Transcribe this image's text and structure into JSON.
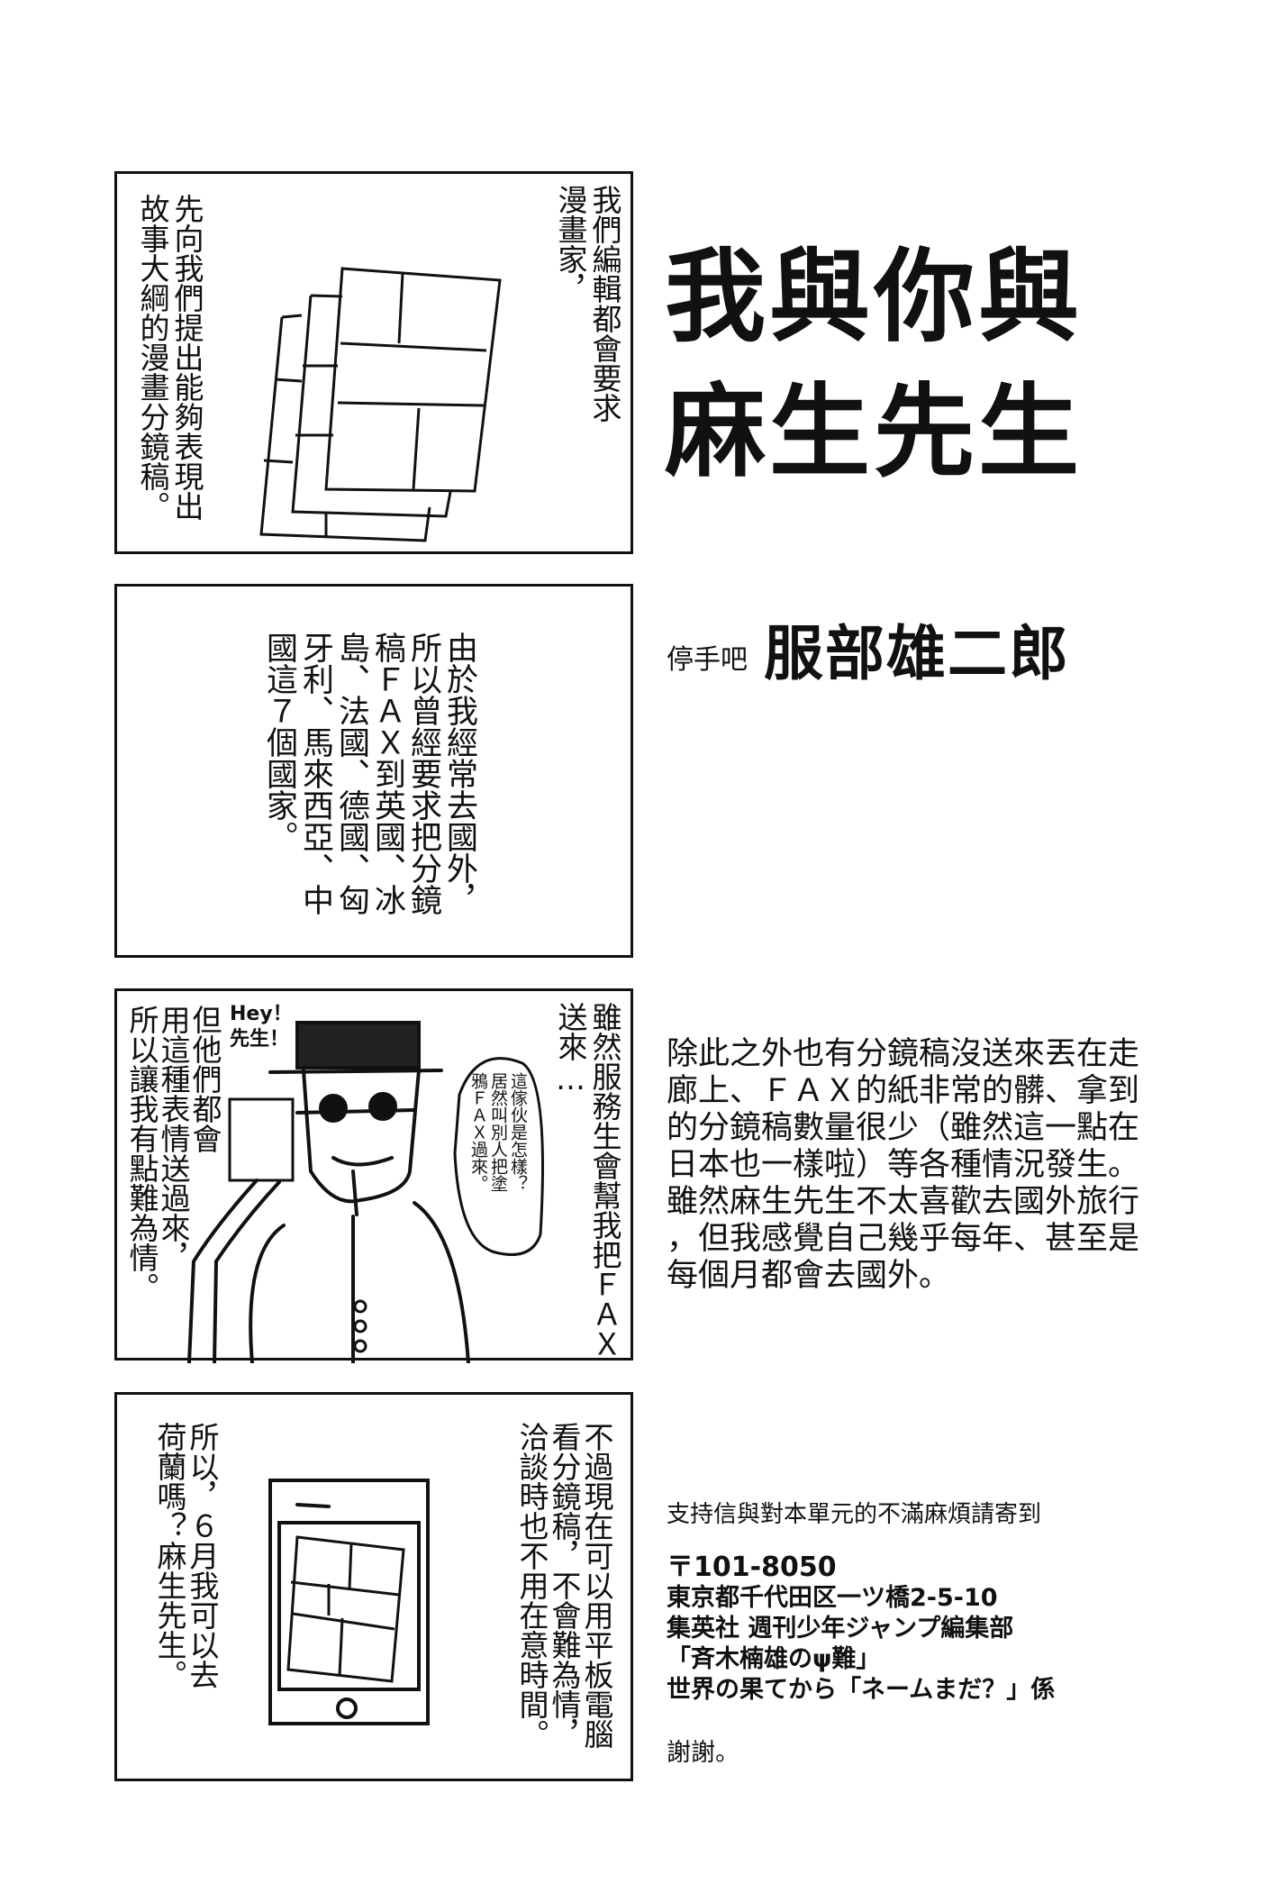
{
  "title": {
    "line1": "我與你與",
    "line2": "麻生先生"
  },
  "byline": {
    "prefix": "停手吧",
    "author": "服部雄二郎"
  },
  "panels": [
    {
      "right_text": "我們編輯都會要求\n漫畫家，",
      "left_text": "先向我們提出能夠表現出\n故事大綱的漫畫分鏡稿。"
    },
    {
      "text": "由於我經常去國外，\n所以曾經要求把分鏡\n稿ＦＡＸ到英國、冰\n島、法國、德國、匈\n牙利、馬來西亞、中\n國這７個國家。"
    },
    {
      "right_text": "雖然服務生會幫我把ＦＡＸ\n送來…",
      "left_text": "但他們都會\n用這種表情送過來，\n所以讓我有點難為情。",
      "shout": "Hey！\n先生！",
      "thought_bubble": "這傢伙是怎樣？\n居然叫別人把塗\n鴉ＦＡＸ過來。"
    },
    {
      "right_text": "不過現在可以用平板電腦\n看分鏡稿，不會難為情，\n洽談時也不用在意時間。",
      "left_text": "所以，６月我可以去\n荷蘭嗎？麻生先生。"
    }
  ],
  "paragraph": [
    "除此之外也有分鏡稿沒送來丟在走",
    "廊上、ＦＡＸ的紙非常的髒、拿到",
    "的分鏡稿數量很少（雖然這一點在",
    "日本也一樣啦）等各種情況發生。",
    "雖然麻生先生不太喜歡去國外旅行",
    "，但我感覺自己幾乎每年、甚至是",
    "每個月都會去國外。"
  ],
  "letters": {
    "intro": "支持信與對本單元的不滿麻煩請寄到",
    "address": [
      "〒101-8050",
      "東京都千代田区一ツ橋2-5-10",
      "集英社 週刊少年ジャンプ編集部",
      "「斉木楠雄のψ難」",
      "世界の果てから「ネームまだ？」係"
    ],
    "thanks": "謝謝。"
  }
}
